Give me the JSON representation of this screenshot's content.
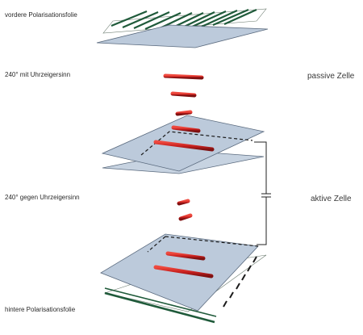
{
  "labels": {
    "front_polarizer": "vordere Polarisationsfolie",
    "clockwise": "240° mit Uhrzeigersinn",
    "passive_cell": "passive Zelle",
    "counterclockwise": "240° gegen Uhrzeigersinn",
    "active_cell": "aktive Zelle",
    "rear_polarizer": "hintere Polarisationsfolie"
  },
  "colors": {
    "plate_fill": "#b7c5d6",
    "plate_stroke": "#5a6a7e",
    "polarizer_stripe": "#1f5a3a",
    "molecule": "#c8201e",
    "line": "#222222"
  }
}
